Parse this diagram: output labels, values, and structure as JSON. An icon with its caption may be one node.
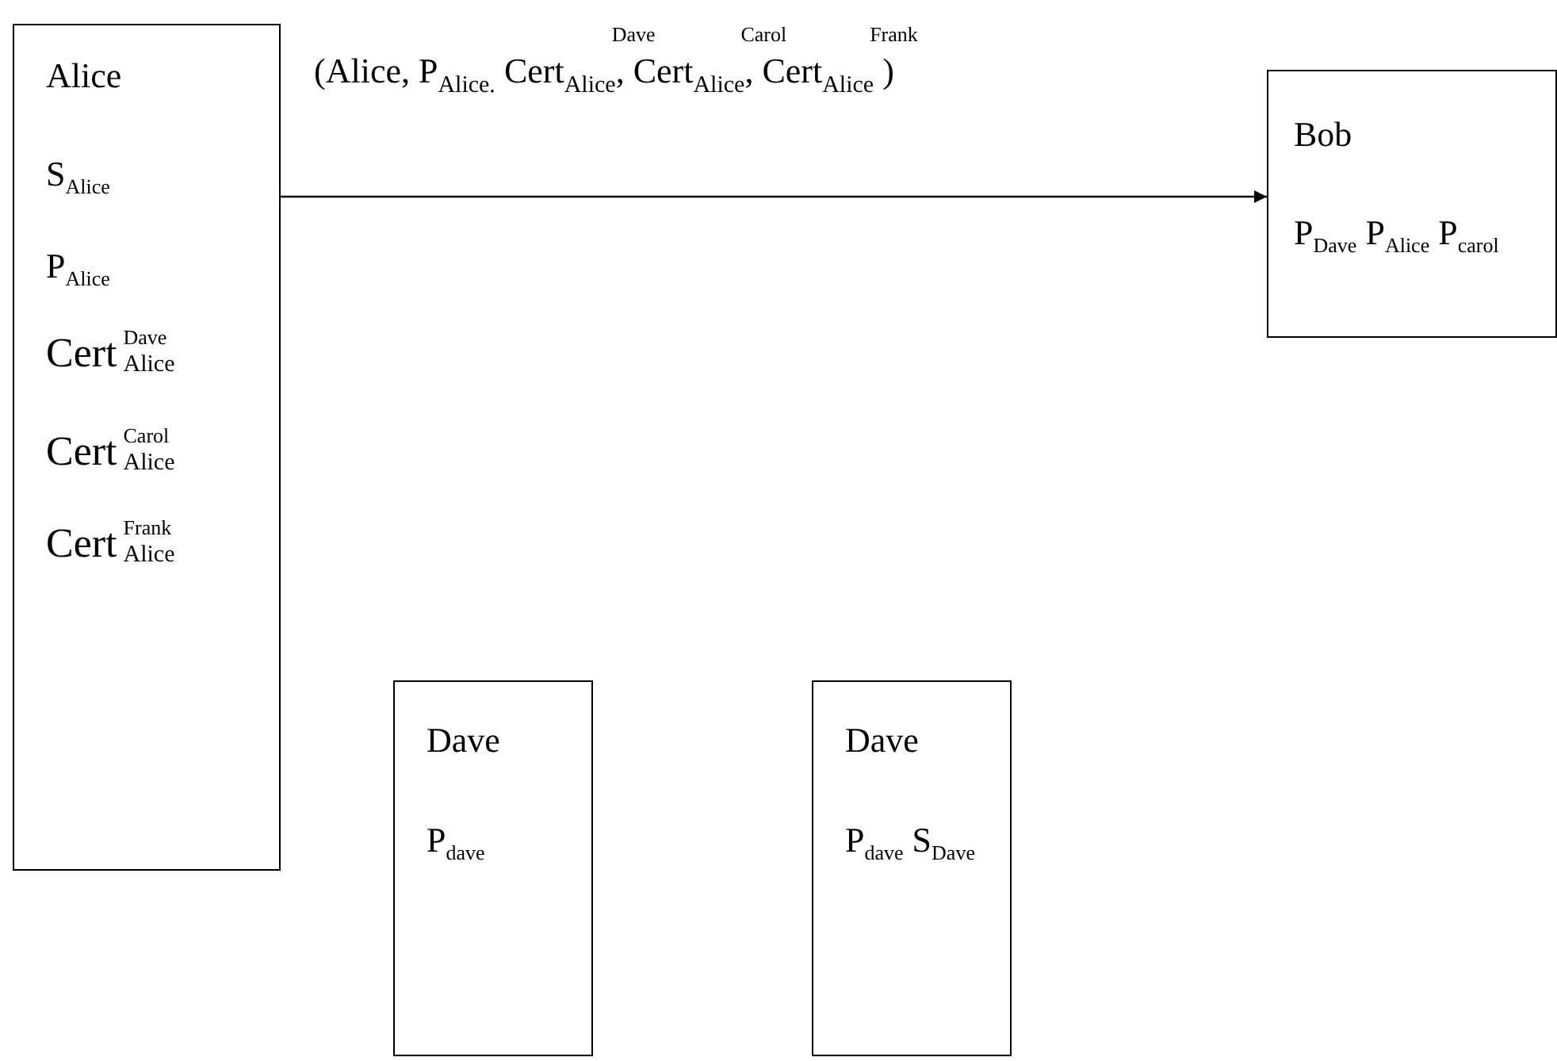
{
  "diagram": {
    "nodes": [
      {
        "text": [
          "Alice",
          "S$_{Alice}$",
          "P$_{Alice}$",
          "Cert$^{Dave}$$_{Alice}$",
          "Cert$^{Carol}$$_{Alice}$",
          "Cert$^{Frank}$$_{Alice}$"
        ]
      },
      {
        "text": [
          "Bob",
          "P$_{Dave}$ P$_{Alice}$ P$_{carol}$"
        ]
      },
      {
        "text": [
          "Dave",
          "P$_{dave}$"
        ]
      },
      {
        "text": [
          "Dave",
          "P$_{dave}$ S$_{Dave}$"
        ]
      }
    ],
    "edges": [
      {
        "from": 0,
        "to": 1,
        "arrow": "to",
        "label": "(Alice, P$_{Alice.}$ Cert$^{Dave}$$_{Alice}$, Cert$^{Carol}$$_{Alice}$, Cert$^{Frank}$$_{Alice}$ )"
      }
    ]
  }
}
